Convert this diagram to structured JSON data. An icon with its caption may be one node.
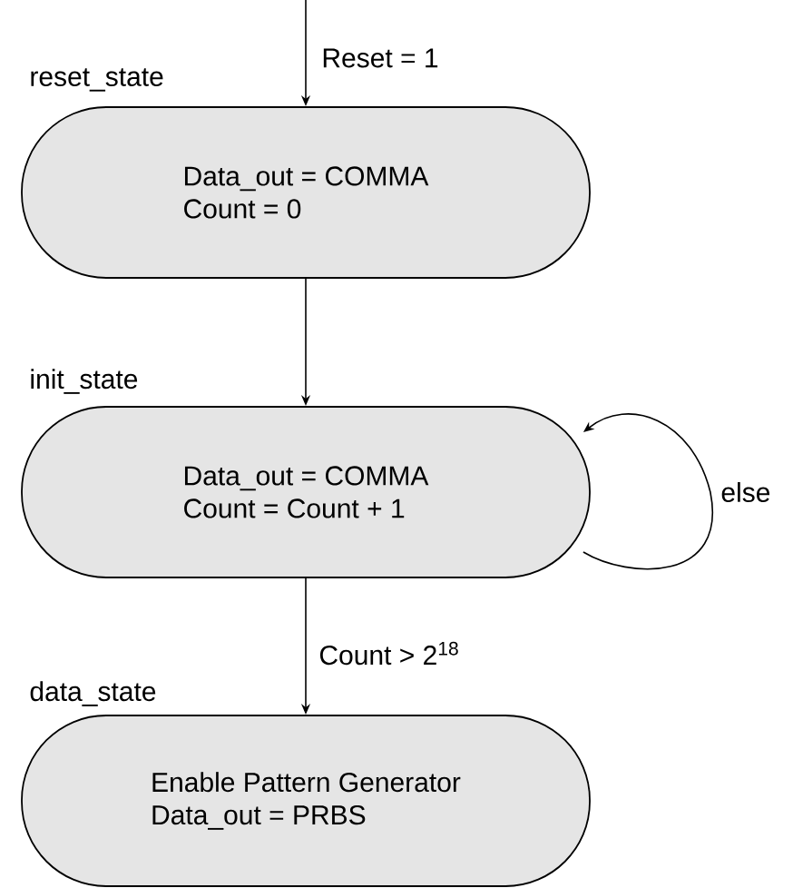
{
  "diagram": {
    "nodes": [
      {
        "text": [
          "reset_state",
          "Data_out = COMMA",
          "Count = 0"
        ]
      },
      {
        "text": [
          "init_state",
          "Data_out = COMMA",
          "Count = Count + 1"
        ]
      },
      {
        "text": [
          "data_state",
          "Enable Pattern Generator",
          "Data_out = PRBS"
        ]
      }
    ],
    "edges": [
      {
        "from": null,
        "to": 0,
        "arrow": "to",
        "label": "Reset = 1"
      },
      {
        "from": 0,
        "to": 1,
        "arrow": "to"
      },
      {
        "from": 1,
        "to": 1,
        "arrow": "to",
        "label": "else"
      },
      {
        "from": 1,
        "to": 2,
        "arrow": "to",
        "label": "Count > 2$^{18}$"
      }
    ]
  }
}
